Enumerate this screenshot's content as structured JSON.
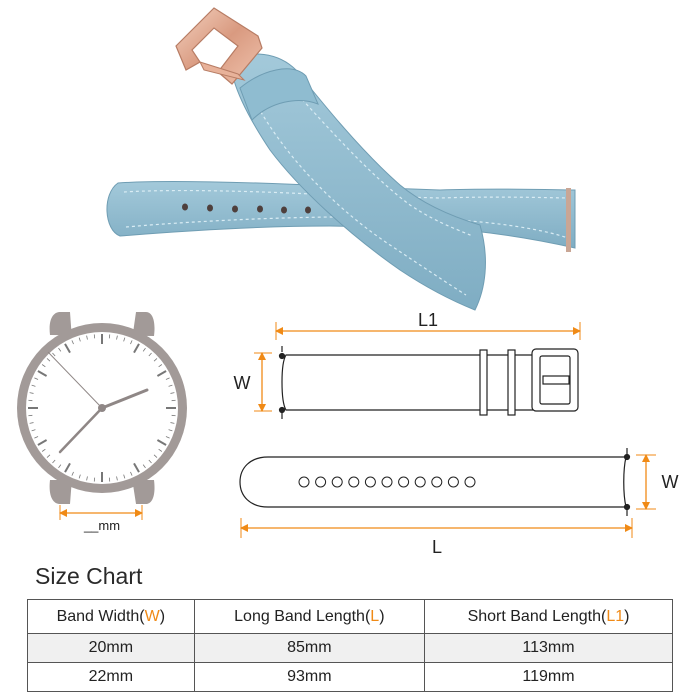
{
  "colors": {
    "accent": "#f08a16",
    "band": "#8db8cc",
    "buckle": "#e7b6a0",
    "watch_case": "#a29a98"
  },
  "diagram": {
    "dial_label": "__mm",
    "width_label_top": "W",
    "width_label_bottom": "W",
    "long_length_label": "L",
    "short_length_label": "L1"
  },
  "size_chart": {
    "title": "Size Chart",
    "headers": [
      {
        "text": "Band Width(",
        "key": "W",
        "close": ")"
      },
      {
        "text": "Long Band Length(",
        "key": "L",
        "close": ")"
      },
      {
        "text": "Short Band Length(",
        "key": "L1",
        "close": ")"
      }
    ],
    "rows": [
      [
        "20mm",
        "85mm",
        "113mm"
      ],
      [
        "22mm",
        "93mm",
        "119mm"
      ]
    ]
  }
}
